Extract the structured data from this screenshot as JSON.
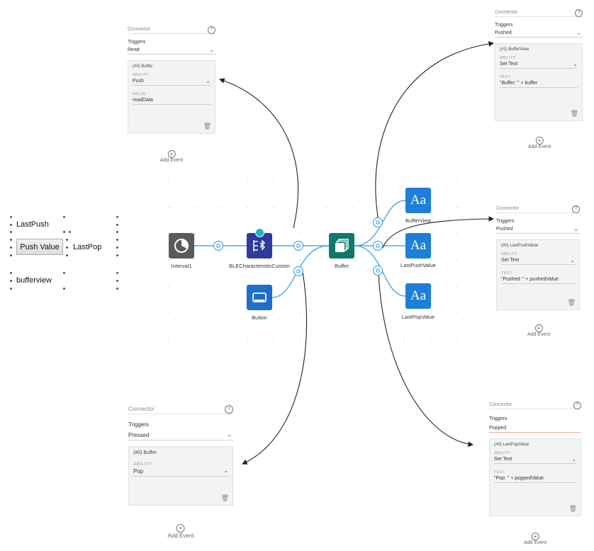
{
  "designer": {
    "labels": {
      "last_push": "LastPush",
      "push_button": "Push Value",
      "last_pop": "LastPop",
      "buffer_view": "bufferview"
    }
  },
  "nodes": {
    "interval": "Interval1",
    "ble": "BLECharacteristicCustom",
    "button": "Button",
    "buffer": "Buffer",
    "buffer_view": "BufferView",
    "last_push_value": "LastPushValue",
    "last_pop_value": "LastPopValue",
    "text_glyph": "Aa"
  },
  "panels": {
    "ble_read": {
      "header": "Connector",
      "triggers_label": "Triggers",
      "trigger": "Read",
      "target": "(#0) Buffer",
      "ability_label": "ABILITY",
      "ability": "Push",
      "value_label": "VALUE",
      "value": "readData",
      "add_event": "Add Event"
    },
    "pushed_bufferview": {
      "header": "Connector",
      "triggers_label": "Triggers",
      "trigger": "Pushed",
      "target": "(#1) BufferView",
      "ability_label": "ABILITY",
      "ability": "Set Text",
      "text_label": "TEXT",
      "text": "\"Buffer: \" + buffer",
      "add_event": "Add Event"
    },
    "pushed_lastpush": {
      "header": "Connector",
      "triggers_label": "Triggers",
      "trigger": "Pushed",
      "target": "(#0) LastPushValue",
      "ability_label": "ABILITY",
      "ability": "Set Text",
      "text_label": "TEXT",
      "text": "\"Pushed: \" + pushedValue",
      "add_event": "Add Event"
    },
    "pressed_button": {
      "header": "Connector",
      "triggers_label": "Triggers",
      "trigger": "Pressed",
      "target": "(#0) Buffer",
      "ability_label": "ABILITY",
      "ability": "Pop",
      "add_event": "Add Event"
    },
    "popped_lastpop": {
      "header": "Connector",
      "triggers_label": "Triggers",
      "trigger": "Popped",
      "target": "(#0) LastPopValue",
      "ability_label": "ABILITY",
      "ability": "Set Text",
      "text_label": "TEXT",
      "text": "\"Pop: \" + poppedValue",
      "add_event": "Add Event"
    }
  },
  "symbols": {
    "help": "?",
    "chevron": "⌄",
    "trash": "🗑",
    "plus": "+"
  },
  "colors": {
    "interval": "#5a5a5a",
    "ble": "#2f3a9e",
    "button": "#1e6fc9",
    "buffer": "#0f7a6b",
    "text_node": "#1e7fd8",
    "wire": "#4aa8ec",
    "badge": "#1bb7c7"
  }
}
